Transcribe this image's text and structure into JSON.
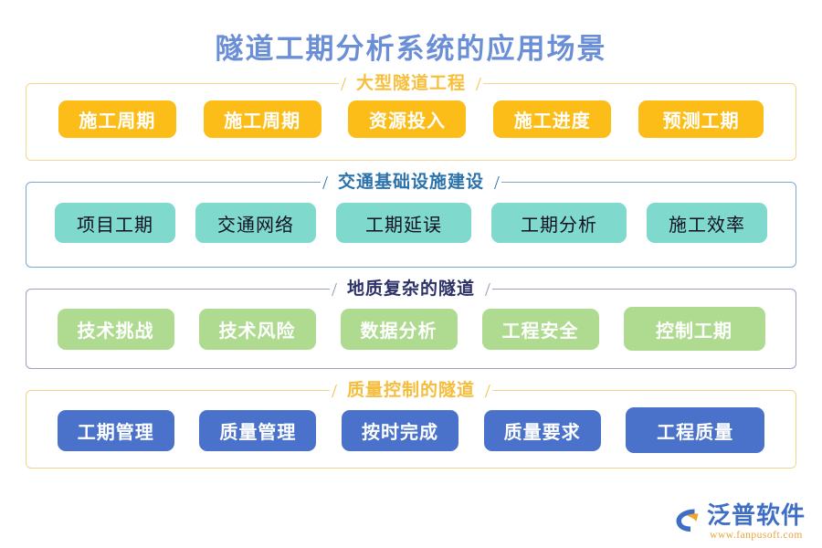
{
  "page": {
    "title": "隧道工期分析系统的应用场景",
    "title_color": "#6b8fd6",
    "background": "#ffffff"
  },
  "sections": [
    {
      "id": "large-tunnel-engineering",
      "header": "大型隧道工程",
      "slash_left": "/",
      "slash_right": "/",
      "border_color": "#f3d78c",
      "header_color": "#f7bf3a",
      "pill_color": "#fcbd18",
      "pill_text_color": "#ffffff",
      "items": [
        "施工周期",
        "施工周期",
        "资源投入",
        "施工进度",
        "预测工期"
      ]
    },
    {
      "id": "transport-infrastructure",
      "header": "交通基础设施建设",
      "slash_left": "/",
      "slash_right": "/",
      "border_color": "#7ba7cf",
      "header_color": "#2c72ab",
      "pill_color": "#80d9cd",
      "pill_text_color": "#111124",
      "items": [
        "项目工期",
        "交通网络",
        "工期延误",
        "工期分析",
        "施工效率"
      ]
    },
    {
      "id": "complex-geology-tunnel",
      "header": "地质复杂的隧道",
      "slash_left": "/",
      "slash_right": "/",
      "border_color": "#9aa0c8",
      "header_color": "#2c3166",
      "pill_color": "#aedb90",
      "pill_text_color": "#ffffff",
      "items": [
        "技术挑战",
        "技术风险",
        "数据分析",
        "工程安全",
        "控制工期"
      ]
    },
    {
      "id": "quality-control-tunnel",
      "header": "质量控制的隧道",
      "slash_left": "/",
      "slash_right": "/",
      "border_color": "#f0d48a",
      "header_color": "#f5bd3c",
      "pill_color": "#4a72ca",
      "pill_text_color": "#ffffff",
      "items": [
        "工期管理",
        "质量管理",
        "按时完成",
        "质量要求",
        "工程质量"
      ]
    }
  ],
  "logo": {
    "mark": "fanpu-swoosh-icon",
    "name": "泛普软件",
    "url": "www.fanpusoft.com",
    "name_color": "#3f6fc4",
    "url_color": "#e8a33c"
  }
}
